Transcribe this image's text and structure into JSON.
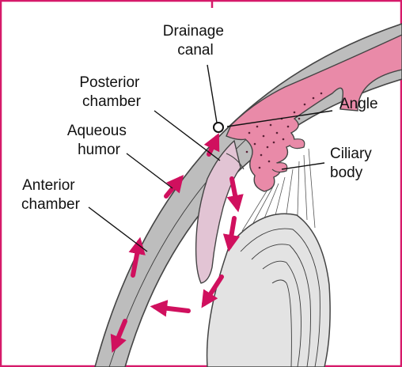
{
  "labels": {
    "drainage_canal": [
      "Drainage",
      "canal"
    ],
    "posterior_chamber": [
      "Posterior",
      "chamber"
    ],
    "aqueous_humor": [
      "Aqueous",
      "humor"
    ],
    "anterior_chamber": [
      "Anterior",
      "chamber"
    ],
    "angle": "Angle",
    "ciliary_body": [
      "Ciliary",
      "body"
    ]
  },
  "colors": {
    "frame": "#d61a6a",
    "cornea_sclera": "#bdbdbd",
    "iris_ciliary": "#e98aa8",
    "iris_light": "#e2c4d4",
    "flow_arrows": "#d0105e",
    "lens": "#e3e3e3"
  }
}
